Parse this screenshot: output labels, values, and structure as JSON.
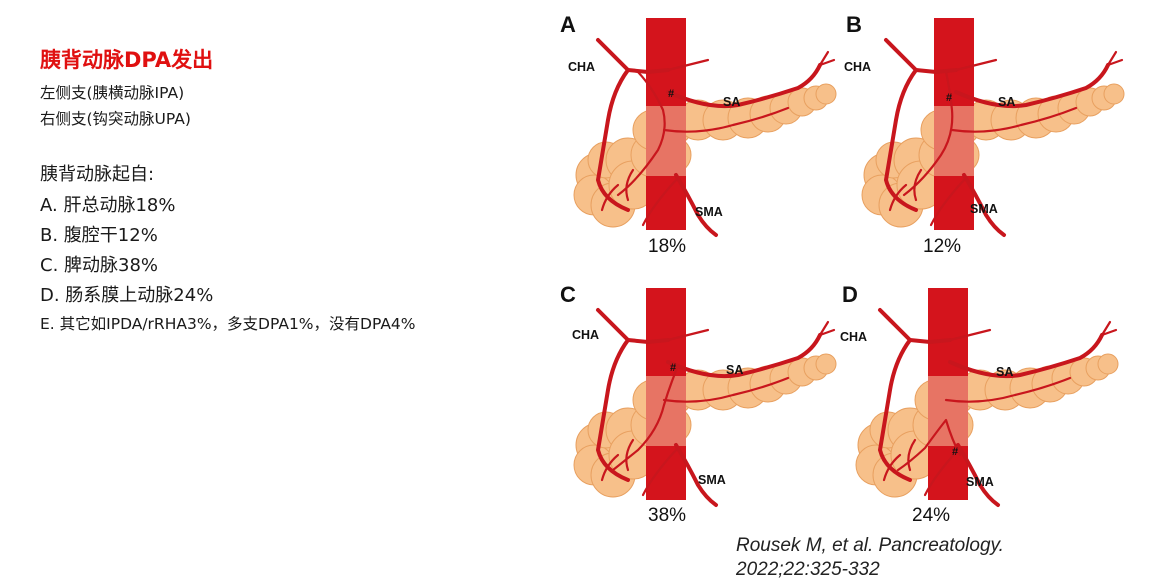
{
  "title": "胰背动脉DPA发出",
  "branches": [
    "左侧支(胰横动脉IPA)",
    "右侧支(钩突动脉UPA)"
  ],
  "origin_heading": "胰背动脉起自:",
  "origins": [
    "A. 肝总动脉18%",
    "B. 腹腔干12%",
    "C. 脾动脉38%",
    "D. 肠系膜上动脉24%",
    "E. 其它如IPDA/rRHA3%，多支DPA1%，没有DPA4%"
  ],
  "panels": [
    {
      "letter": "A",
      "cha": "CHA",
      "sa": "SA",
      "sma": "SMA",
      "hash": "#",
      "percent": "18%",
      "origin": "cha"
    },
    {
      "letter": "B",
      "cha": "CHA",
      "sa": "SA",
      "sma": "SMA",
      "hash": "#",
      "percent": "12%",
      "origin": "celiac"
    },
    {
      "letter": "C",
      "cha": "CHA",
      "sa": "SA",
      "sma": "SMA",
      "hash": "#",
      "percent": "38%",
      "origin": "sa"
    },
    {
      "letter": "D",
      "cha": "CHA",
      "sa": "SA",
      "sma": "SMA",
      "hash": "#",
      "percent": "24%",
      "origin": "sma"
    }
  ],
  "citation_line1": "Rousek M, et al. Pancreatology.",
  "citation_line2": "2022;22:325-332",
  "colors": {
    "title": "#e01010",
    "artery": "#c8161d",
    "aorta": "#d4141c",
    "pancreas": "#f7c08a"
  }
}
